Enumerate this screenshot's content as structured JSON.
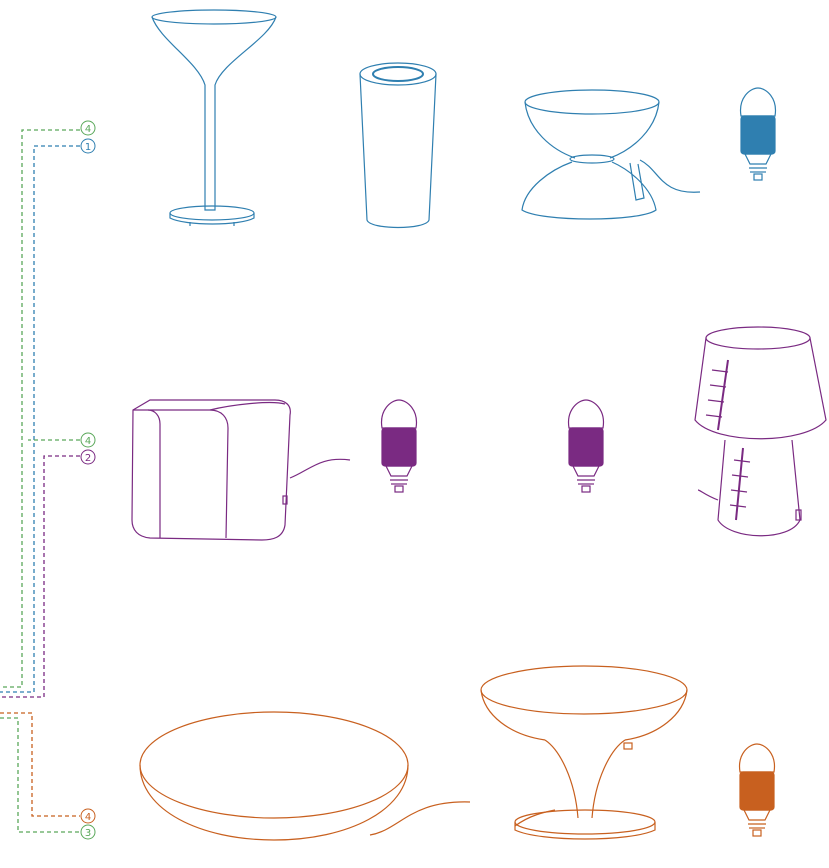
{
  "colors": {
    "blue": "#2f7fb0",
    "green": "#5aa85a",
    "purple": "#7a2a82",
    "orange": "#c8601f",
    "background": "#ffffff"
  },
  "connectors": [
    {
      "number": "4",
      "color": "green",
      "group": "top"
    },
    {
      "number": "1",
      "color": "blue",
      "group": "top"
    },
    {
      "number": "4",
      "color": "green",
      "group": "middle"
    },
    {
      "number": "2",
      "color": "purple",
      "group": "middle"
    },
    {
      "number": "4",
      "color": "orange",
      "group": "bottom"
    },
    {
      "number": "3",
      "color": "green",
      "group": "bottom"
    }
  ],
  "rows": [
    {
      "color": "blue",
      "devices": [
        "table-lamp",
        "cylinder-lamp",
        "bowl-lamp",
        "led-bulb"
      ]
    },
    {
      "color": "purple",
      "devices": [
        "cube-lamp",
        "led-bulb",
        "led-bulb",
        "shade-lamp"
      ]
    },
    {
      "color": "orange",
      "devices": [
        "dome-lamp",
        "mushroom-lamp",
        "led-bulb"
      ]
    }
  ]
}
